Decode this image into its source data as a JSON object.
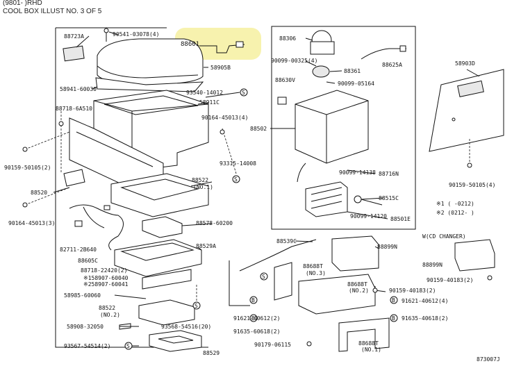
{
  "header": {
    "line1": "(9801- )RHD",
    "line2": "COOL BOX ILLUST NO. 3 OF 5"
  },
  "highlight_color": "#f6f0a0",
  "labels": {
    "p88723A": "88723A",
    "p90541": "90541-03078(4)",
    "p88601": "88601",
    "p58905B": "58905B",
    "p58941": "58941-60030",
    "p93540": "93540-14012",
    "p58911C": "58911C",
    "p88718_6A510": "88718-6A510",
    "p90164_4": "90164-45013(4)",
    "p90159_2": "90159-50105(2)",
    "p88520": "88520",
    "p90164_3": "90164-45013(3)",
    "p93315": "93315-14008",
    "p88522_1": "88522",
    "p88522_1n": "(NO.1)",
    "p88578": "88578-60200",
    "p82711": "82711-2B640",
    "p88605C": "88605C",
    "p88529A": "88529A",
    "p88718_22420": "88718-22420(2)",
    "p58907_60040": "※158907-60040",
    "p58907_60041": "※258907-60041",
    "p58985": "58985-60060",
    "p88522_2": "88522",
    "p88522_2n": "(NO.2)",
    "p58908": "58908-32050",
    "p93568": "93568-54516(20)",
    "p93567": "93567-54514(2)",
    "p88529": "88529",
    "p88306": "88306",
    "p90099_00325": "90099-00325(4)",
    "p88361": "88361",
    "p88625A": "88625A",
    "p88630V": "88630V",
    "p90099_05164": "90099-05164",
    "p88502": "88502",
    "p90099_14138": "90099-14138",
    "p88716N": "88716N",
    "p88515C": "88515C",
    "p90099_14120": "90099-14120",
    "p88501E": "88501E",
    "p58903D": "58903D",
    "p90159_4": "90159-50105(4)",
    "note1": "※1  (      -0212)",
    "note2": "※2  (0212-     )",
    "p88539C": "88539C",
    "p88899N": "88899N",
    "p88688T_3": "88688T",
    "p88688T_3n": "(NO.3)",
    "p88688T_2": "88688T",
    "p88688T_2n": "(NO.2)",
    "p90159_40183": "90159-40183(2)",
    "p91621_right": "91621-40612(4)",
    "p91635_right": "91635-40618(2)",
    "p91621_left": "91621-40612(2)",
    "p91635_left": "91635-60618(2)",
    "p90179": "90179-06115",
    "p88688T_1": "88688T",
    "p88688T_1n": "(NO.1)",
    "cd_changer": "W(CD CHANGER)",
    "p88899N_cd": "88899N",
    "p90159_40183_cd": "90159-40183(2)",
    "fig_no": "873007J"
  }
}
